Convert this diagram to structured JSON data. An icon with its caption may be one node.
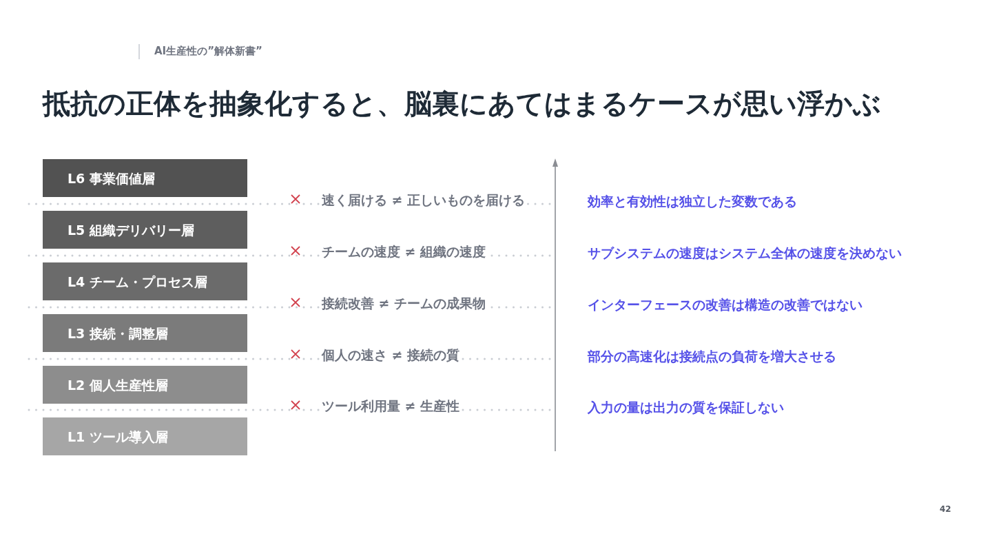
{
  "diagram": {
    "title": "抵抗の正体を抽象化すると、脳裏にあてはまるケースが思い浮かぶ",
    "nodes": [
      {
        "text": [
          "L6 事業価値層"
        ]
      },
      {
        "text": [
          "L5 組織デリバリー層"
        ]
      },
      {
        "text": [
          "L4 チーム・プロセス層"
        ]
      },
      {
        "text": [
          "L3 接続・調整層"
        ]
      },
      {
        "text": [
          "L2 個人生産性層"
        ]
      },
      {
        "text": [
          "L1 ツール導入層"
        ]
      }
    ],
    "labels": [
      "AI生産性の”解体新書”",
      "速く届ける ≠ 正しいものを届ける",
      "効率と有効性は独立した変数である",
      "チームの速度 ≠ 組織の速度",
      "サブシステムの速度はシステム全体の速度を決めない",
      "接続改善 ≠ チームの成果物",
      "インターフェースの改善は構造の改善ではない",
      "個人の速さ ≠ 接続の質",
      "部分の高速化は接続点の負荷を増大させる",
      "ツール利用量 ≠ 生産性",
      "入力の量は出力の質を保証しない",
      "42"
    ]
  }
}
